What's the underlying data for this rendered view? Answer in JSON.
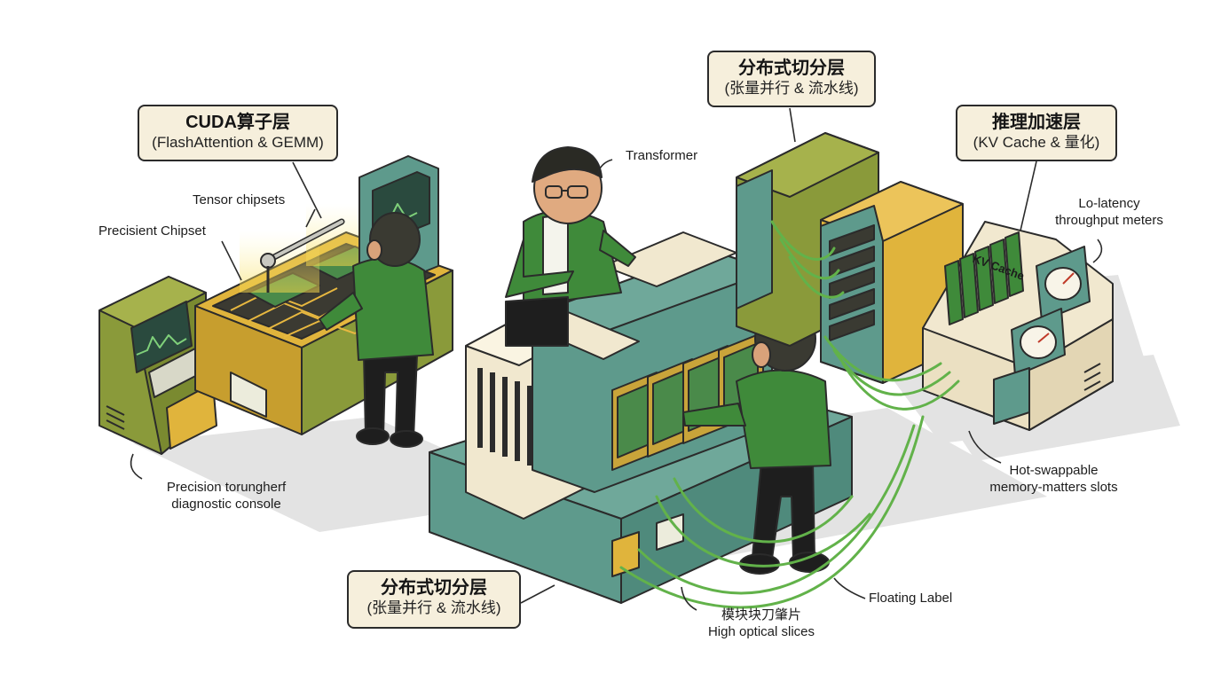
{
  "boxes": {
    "cuda": {
      "title": "CUDA算子层",
      "subtitle": "(FlashAttention & GEMM)"
    },
    "distributed_top": {
      "title": "分布式切分层",
      "subtitle": "(张量并行 & 流水线)"
    },
    "inference": {
      "title": "推理加速层",
      "subtitle": "(KV Cache & 量化)"
    },
    "distributed_bottom": {
      "title": "分布式切分层",
      "subtitle": "(张量并行 & 流水线)"
    }
  },
  "labels": {
    "tensor_chipsets": "Tensor chipsets",
    "precisient_chipset": "Precisient Chipset",
    "transformer": "Transformer",
    "lo_latency_1": "Lo-latency",
    "lo_latency_2": "throughput meters",
    "precision_1": "Precision torungherf",
    "precision_2": "diagnostic console",
    "hot_swappable_1": "Hot-swappable",
    "hot_swappable_2": "memory-matters slots",
    "floating_label": "Floating Label",
    "module_1": "模块块刀肇片",
    "module_2": "High optical slices",
    "kv_cache_sign": "KV Cache"
  },
  "colors": {
    "olive_green": "#8a9a3a",
    "teal": "#5e9a8c",
    "mustard": "#e0b43c",
    "cream": "#f1e8cf",
    "hoodie_green": "#3f8a3a",
    "chip_gold": "#c9a43a",
    "cable_green": "#62b24a",
    "outline": "#2b2b2b"
  }
}
